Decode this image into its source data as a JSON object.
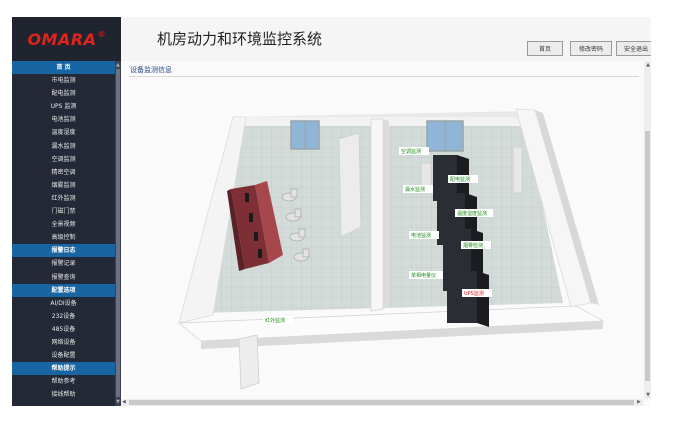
{
  "brand": {
    "logo_text": "OMARA",
    "logo_mark": "®"
  },
  "header": {
    "title": "机房动力和环境监控系统",
    "buttons": {
      "home": "首页",
      "change_password": "修改密码",
      "logout": "安全退出"
    }
  },
  "sidebar": {
    "items": [
      {
        "label": "首 页",
        "section": true
      },
      {
        "label": "市电监测",
        "section": false
      },
      {
        "label": "配电监测",
        "section": false
      },
      {
        "label": "UPS 监测",
        "section": false
      },
      {
        "label": "电池监测",
        "section": false
      },
      {
        "label": "温度湿度",
        "section": false
      },
      {
        "label": "漏水监测",
        "section": false
      },
      {
        "label": "空调监测",
        "section": false
      },
      {
        "label": "精密空调",
        "section": false
      },
      {
        "label": "烟雾监测",
        "section": false
      },
      {
        "label": "红外监测",
        "section": false
      },
      {
        "label": "门磁门禁",
        "section": false
      },
      {
        "label": "全景视频",
        "section": false
      },
      {
        "label": "高级控制",
        "section": false
      },
      {
        "label": "报警日志",
        "section": true
      },
      {
        "label": "报警记录",
        "section": false
      },
      {
        "label": "报警查询",
        "section": false
      },
      {
        "label": "配置选项",
        "section": true
      },
      {
        "label": "AI/DI设备",
        "section": false
      },
      {
        "label": "232设备",
        "section": false
      },
      {
        "label": "485设备",
        "section": false
      },
      {
        "label": "网络设备",
        "section": false
      },
      {
        "label": "设备配置",
        "section": false
      },
      {
        "label": "帮助提示",
        "section": true
      },
      {
        "label": "帮助参考",
        "section": false
      },
      {
        "label": "接线帮助",
        "section": false
      }
    ]
  },
  "content": {
    "title": "设备监测信息",
    "room_labels": {
      "ac": "空调监测",
      "power_dist": "配电监测",
      "water_leak": "漏水监测",
      "temp_humidity": "温度湿度监测",
      "battery": "电池监测",
      "smoke": "烟雾检测",
      "single_phase": "单相电量仪",
      "ups": "UPS监测",
      "infrared": "红外监测"
    }
  },
  "colors": {
    "sidebar_bg": "#242937",
    "section_bg": "#1766a3",
    "logo_red": "#e0231c",
    "label_green": "#1f8a1f",
    "ups_label": "#e02020"
  }
}
